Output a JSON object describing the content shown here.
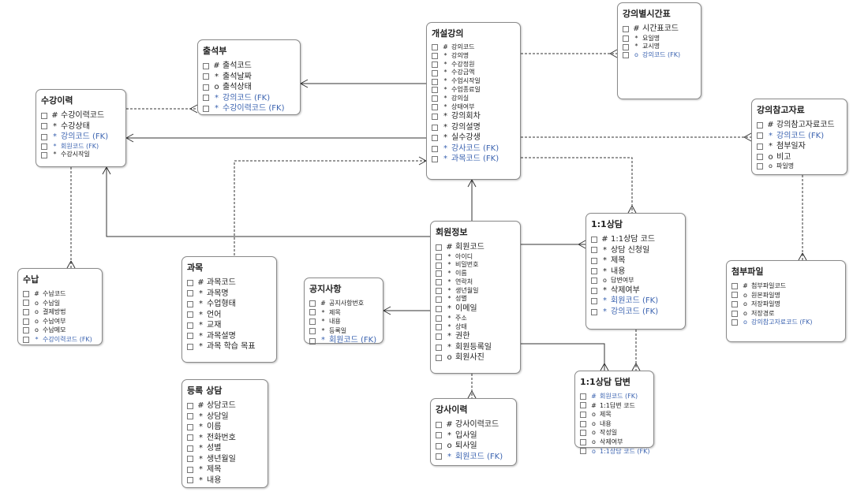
{
  "colors": {
    "fk": "#3b63b0",
    "border": "#8a8a8a",
    "line": "#333333"
  },
  "entities": [
    {
      "id": "attendance-book",
      "title": "출석부",
      "size": "f10",
      "attrs": [
        {
          "m": "#",
          "t": "출석코드"
        },
        {
          "m": "*",
          "t": "출석날짜"
        },
        {
          "m": "o",
          "t": "출석상태"
        },
        {
          "m": "*",
          "t": "강의코드 (FK)",
          "fk": true
        },
        {
          "m": "*",
          "t": "수강이력코드 (FK)",
          "fk": true
        }
      ]
    },
    {
      "id": "course-history",
      "title": "수강이력",
      "size": "f10",
      "attrs": [
        {
          "m": "#",
          "t": "수강이력코드"
        },
        {
          "m": "*",
          "t": "수강상태"
        },
        {
          "m": "*",
          "t": "강의코드 (FK)",
          "fk": true
        },
        {
          "m": "*",
          "t": "회원코드 (FK)",
          "fk": true,
          "s": "f8"
        },
        {
          "m": "*",
          "t": "수강시작일",
          "s": "f8"
        }
      ]
    },
    {
      "id": "opened-lecture",
      "title": "개설강의",
      "size": "f10",
      "attrs": [
        {
          "m": "#",
          "t": "강의코드",
          "s": "f8"
        },
        {
          "m": "*",
          "t": "강의명",
          "s": "f8"
        },
        {
          "m": "*",
          "t": "수강정원",
          "s": "f8"
        },
        {
          "m": "*",
          "t": "수강금액",
          "s": "f8"
        },
        {
          "m": "*",
          "t": "수업시작일",
          "s": "f8"
        },
        {
          "m": "*",
          "t": "수업종료일",
          "s": "f8"
        },
        {
          "m": "*",
          "t": "강의실",
          "s": "f8"
        },
        {
          "m": "*",
          "t": "상태여부",
          "s": "f8"
        },
        {
          "m": "*",
          "t": "강의회차"
        },
        {
          "m": "*",
          "t": "강의설명"
        },
        {
          "m": "*",
          "t": "실수강생"
        },
        {
          "m": "*",
          "t": "강사코드 (FK)",
          "fk": true
        },
        {
          "m": "*",
          "t": "과목코드 (FK)",
          "fk": true
        }
      ]
    },
    {
      "id": "lecture-timetable",
      "title": "강의별시간표",
      "size": "f10",
      "attrs": [
        {
          "m": "#",
          "t": "시간표코드"
        },
        {
          "m": "*",
          "t": "요일명",
          "s": "f8"
        },
        {
          "m": "*",
          "t": "교시명",
          "s": "f8"
        },
        {
          "m": "o",
          "t": "강의코드 (FK)",
          "fk": true,
          "s": "f8"
        }
      ]
    },
    {
      "id": "lecture-reference",
      "title": "강의참고자료",
      "size": "f10",
      "attrs": [
        {
          "m": "#",
          "t": "강의참고자료코드"
        },
        {
          "m": "*",
          "t": "강의코드 (FK)",
          "fk": true
        },
        {
          "m": "*",
          "t": "첨부일자"
        },
        {
          "m": "o",
          "t": "비고"
        },
        {
          "m": "o",
          "t": "파일명",
          "s": "f8"
        }
      ]
    },
    {
      "id": "member-info",
      "title": "회원정보",
      "size": "f10",
      "attrs": [
        {
          "m": "#",
          "t": "회원코드"
        },
        {
          "m": "*",
          "t": "아이디",
          "s": "f8"
        },
        {
          "m": "*",
          "t": "비밀번호",
          "s": "f8"
        },
        {
          "m": "*",
          "t": "이름",
          "s": "f8"
        },
        {
          "m": "*",
          "t": "연락처",
          "s": "f8"
        },
        {
          "m": "*",
          "t": "생년월일",
          "s": "f8"
        },
        {
          "m": "*",
          "t": "성별",
          "s": "f8"
        },
        {
          "m": "*",
          "t": "이메일"
        },
        {
          "m": "*",
          "t": "주소",
          "s": "f8"
        },
        {
          "m": "*",
          "t": "상태",
          "s": "f8"
        },
        {
          "m": "*",
          "t": "권한"
        },
        {
          "m": "*",
          "t": "회원등록일"
        },
        {
          "m": "o",
          "t": "회원사진"
        }
      ]
    },
    {
      "id": "one-on-one-consult",
      "title": "1:1상담",
      "size": "f10",
      "attrs": [
        {
          "m": "#",
          "t": "1:1상담 코드"
        },
        {
          "m": "*",
          "t": "상담 신청일"
        },
        {
          "m": "*",
          "t": "제목"
        },
        {
          "m": "*",
          "t": "내용"
        },
        {
          "m": "o",
          "t": "답변여부",
          "s": "f8"
        },
        {
          "m": "*",
          "t": "삭제여부"
        },
        {
          "m": "*",
          "t": "회원코드 (FK)",
          "fk": true
        },
        {
          "m": "*",
          "t": "강의코드 (FK)",
          "fk": true
        }
      ]
    },
    {
      "id": "payment",
      "title": "수납",
      "size": "f8",
      "attrs": [
        {
          "m": "#",
          "t": "수납코드"
        },
        {
          "m": "o",
          "t": "수납일"
        },
        {
          "m": "o",
          "t": "결제방법"
        },
        {
          "m": "o",
          "t": "수납여부"
        },
        {
          "m": "o",
          "t": "수납메모"
        },
        {
          "m": "*",
          "t": "수강이력코드 (FK)",
          "fk": true
        }
      ]
    },
    {
      "id": "subject",
      "title": "과목",
      "size": "f10",
      "attrs": [
        {
          "m": "#",
          "t": "과목코드"
        },
        {
          "m": "*",
          "t": "과목명"
        },
        {
          "m": "*",
          "t": "수업형태"
        },
        {
          "m": "*",
          "t": "언어"
        },
        {
          "m": "*",
          "t": "교재"
        },
        {
          "m": "*",
          "t": "과목설명"
        },
        {
          "m": "*",
          "t": "과목 학습 목표"
        }
      ]
    },
    {
      "id": "notice",
      "title": "공지사항",
      "size": "f8",
      "attrs": [
        {
          "m": "#",
          "t": "공지사항번호"
        },
        {
          "m": "*",
          "t": "제목"
        },
        {
          "m": "*",
          "t": "내용"
        },
        {
          "m": "*",
          "t": "등록일"
        },
        {
          "m": "*",
          "t": "회원코드 (FK)",
          "fk": true,
          "s": "f10"
        }
      ]
    },
    {
      "id": "attachment",
      "title": "첨부파일",
      "size": "f8",
      "attrs": [
        {
          "m": "#",
          "t": "첨부파일코드"
        },
        {
          "m": "o",
          "t": "원본파일명"
        },
        {
          "m": "o",
          "t": "저장파일명"
        },
        {
          "m": "o",
          "t": "저장경로"
        },
        {
          "m": "o",
          "t": "강의참고자료코드 (FK)",
          "fk": true
        }
      ]
    },
    {
      "id": "registration-consult",
      "title": "등록 상담",
      "size": "f10",
      "attrs": [
        {
          "m": "#",
          "t": "상담코드"
        },
        {
          "m": "*",
          "t": "상담일"
        },
        {
          "m": "*",
          "t": "이름"
        },
        {
          "m": "*",
          "t": "전화번호"
        },
        {
          "m": "*",
          "t": "성별"
        },
        {
          "m": "*",
          "t": "생년월일"
        },
        {
          "m": "*",
          "t": "제목"
        },
        {
          "m": "*",
          "t": "내용"
        }
      ]
    },
    {
      "id": "instructor-history",
      "title": "강사이력",
      "size": "f10",
      "attrs": [
        {
          "m": "#",
          "t": "강사이력코드"
        },
        {
          "m": "*",
          "t": "입사일"
        },
        {
          "m": "o",
          "t": "퇴사일"
        },
        {
          "m": "*",
          "t": "회원코드 (FK)",
          "fk": true
        }
      ]
    },
    {
      "id": "consult-answer",
      "title": "1:1상담 답변",
      "size": "f8",
      "attrs": [
        {
          "m": "#",
          "t": "회원코드 (FK)",
          "fk": true
        },
        {
          "m": "#",
          "t": "1:1답변 코드"
        },
        {
          "m": "o",
          "t": "제목"
        },
        {
          "m": "o",
          "t": "내용"
        },
        {
          "m": "o",
          "t": "작성일"
        },
        {
          "m": "o",
          "t": "삭제여부"
        },
        {
          "m": "o",
          "t": "1:1상담 코드 (FK)",
          "fk": true
        }
      ]
    }
  ]
}
